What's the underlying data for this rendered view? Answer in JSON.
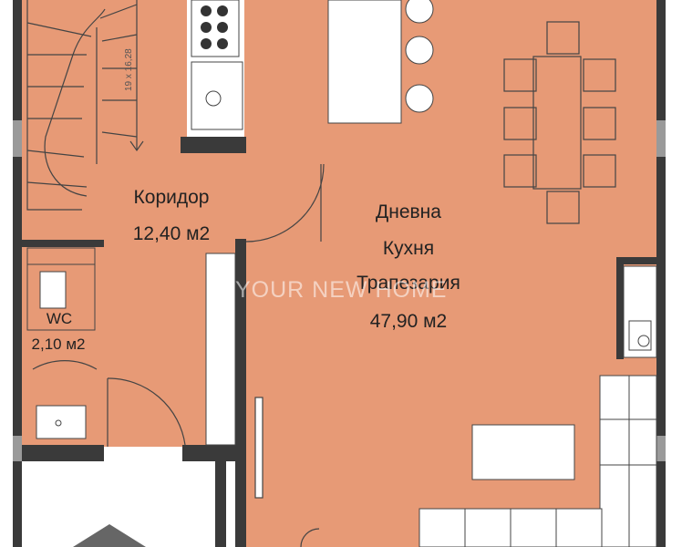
{
  "watermark": "YOUR NEW HOME",
  "rooms": {
    "corridor": {
      "name": "Коридор",
      "area": "12,40 м2"
    },
    "living": {
      "line1": "Дневна",
      "line2": "Кухня",
      "line3": "Трапезария",
      "area": "47,90 м2"
    },
    "wc": {
      "name": "WC",
      "area": "2,10 м2"
    }
  },
  "stairs": {
    "note": "19 x 16,28"
  },
  "colors": {
    "floor": "#e79a76",
    "wall": "#3a3a3a",
    "furniture": "#ffffff",
    "line": "#444444"
  }
}
